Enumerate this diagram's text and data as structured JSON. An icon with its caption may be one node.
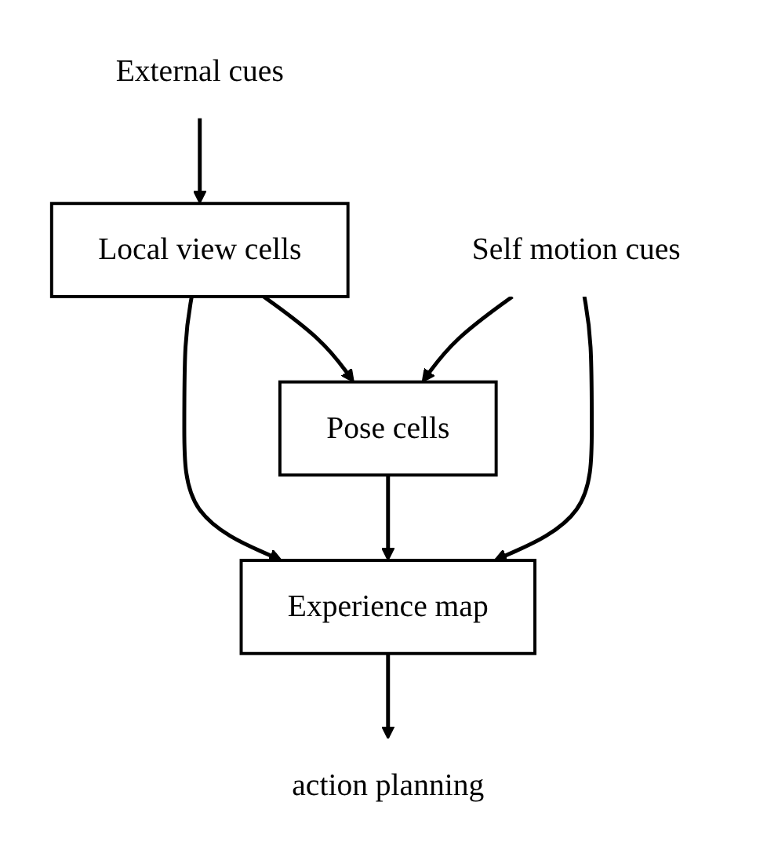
{
  "diagram": {
    "nodes": [
      {
        "text": [
          "External cues"
        ]
      },
      {
        "text": [
          "Local view cells"
        ]
      },
      {
        "text": [
          "Experience map"
        ]
      },
      {
        "text": [
          "Pose cells"
        ]
      },
      {
        "text": [
          "Self motion cues"
        ]
      },
      {
        "text": [
          "action planning"
        ]
      }
    ],
    "edges": [
      {
        "from": 0,
        "to": 1,
        "arrow": "to"
      },
      {
        "from": 1,
        "to": 2,
        "arrow": "to"
      },
      {
        "from": 1,
        "to": 3,
        "arrow": "to"
      },
      {
        "from": 3,
        "to": 2,
        "arrow": "to"
      },
      {
        "from": 4,
        "to": 2,
        "arrow": "to"
      },
      {
        "from": 4,
        "to": 3,
        "arrow": "to"
      },
      {
        "from": 2,
        "to": 5,
        "arrow": "to"
      }
    ]
  }
}
